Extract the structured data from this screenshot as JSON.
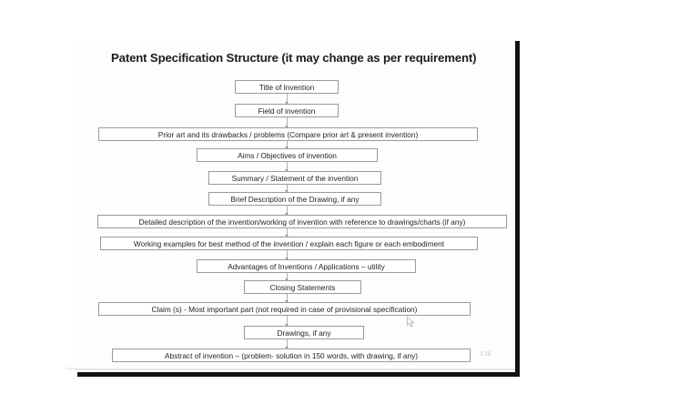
{
  "slide": {
    "title": "Patent Specification Structure (it may change as per requirement)",
    "page_number": "136",
    "frame_color": "#111111",
    "node_border_color": "#9a9a9a",
    "connector_color": "#b0b0b0"
  },
  "chart_data": {
    "type": "diagram",
    "title": "Patent Specification Structure (it may change as per requirement)",
    "orientation": "vertical-flow",
    "nodes": [
      {
        "id": 1,
        "label": "Title of Invention"
      },
      {
        "id": 2,
        "label": "Field of invention"
      },
      {
        "id": 3,
        "label": "Prior art and its drawbacks / problems  (Compare prior art & present invention)"
      },
      {
        "id": 4,
        "label": "Aims / Objectives of invention"
      },
      {
        "id": 5,
        "label": "Summary / Statement of the invention"
      },
      {
        "id": 6,
        "label": "Brief Description of the Drawing, if any"
      },
      {
        "id": 7,
        "label": "Detailed description of the invention/working of invention with reference to drawings/charts (if any)"
      },
      {
        "id": 8,
        "label": "Working examples for best method of the invention / explain each figure or each embodiment"
      },
      {
        "id": 9,
        "label": "Advantages of Inventions / Applications – utility"
      },
      {
        "id": 10,
        "label": "Closing Statements"
      },
      {
        "id": 11,
        "label": "Claim (s)  - Most important part (not required in case of provisional specification)"
      },
      {
        "id": 12,
        "label": "Drawings, if any"
      },
      {
        "id": 13,
        "label": "Abstract of invention – (problem- solution in 150 words, with drawing, if any)"
      }
    ],
    "edges": [
      {
        "from": 1,
        "to": 2
      },
      {
        "from": 2,
        "to": 3
      },
      {
        "from": 3,
        "to": 4
      },
      {
        "from": 4,
        "to": 5
      },
      {
        "from": 5,
        "to": 6
      },
      {
        "from": 6,
        "to": 7
      },
      {
        "from": 7,
        "to": 8
      },
      {
        "from": 8,
        "to": 9
      },
      {
        "from": 9,
        "to": 10
      },
      {
        "from": 10,
        "to": 11
      },
      {
        "from": 11,
        "to": 12
      },
      {
        "from": 12,
        "to": 13
      }
    ]
  }
}
